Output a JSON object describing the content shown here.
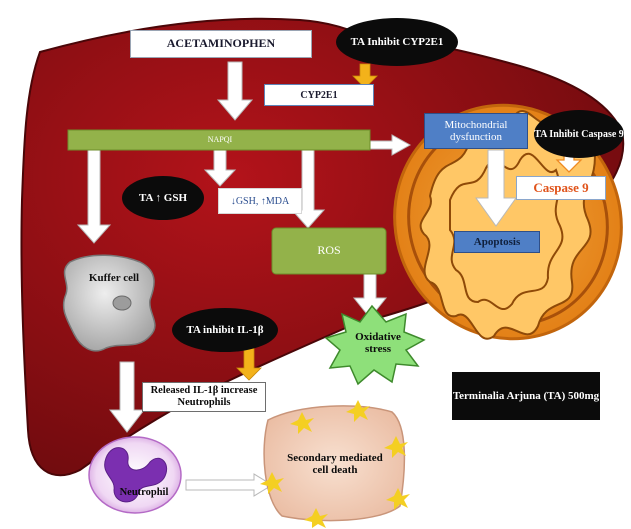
{
  "colors": {
    "liver": "#9c1216",
    "mitochondrion": "#ec8a1e",
    "green_box": "#93b24a",
    "blue_box": "#4f7fc6",
    "inhibit_arrow": "#f3b21a",
    "oval": "#0b0b0b",
    "starburst": "#8ee07a",
    "caspase_text": "#e0531a"
  },
  "labels": {
    "acetaminophen": "ACETAMINOPHEN",
    "ta_inhibit_cyp2e1": "TA Inhibit CYP2E1",
    "cyp2e1": "CYP2E1",
    "napqi": "NAPQI",
    "mitochondrial_dysfunction": "Mitochondrial dysfunction",
    "ta_inhibit_caspase9": "TA Inhibit Caspase 9",
    "caspase9": "Caspase 9",
    "apoptosis": "Apoptosis",
    "ta_gsh": "TA ↑ GSH",
    "gsh_mda": "↓GSH, ↑MDA",
    "ros": "ROS",
    "kuffer_cell": "Kuffer cell",
    "oxidative_stress": "Oxidative stress",
    "ta_inhibit_il1b": "TA inhibit IL-1β",
    "released_il1b": "Released IL-1β increase Neutrophils",
    "terminalia": "Terminalia Arjuna (TA) 500mg",
    "secondary_death": "Secondary mediated cell death",
    "neutrophil": "Neutrophil"
  }
}
